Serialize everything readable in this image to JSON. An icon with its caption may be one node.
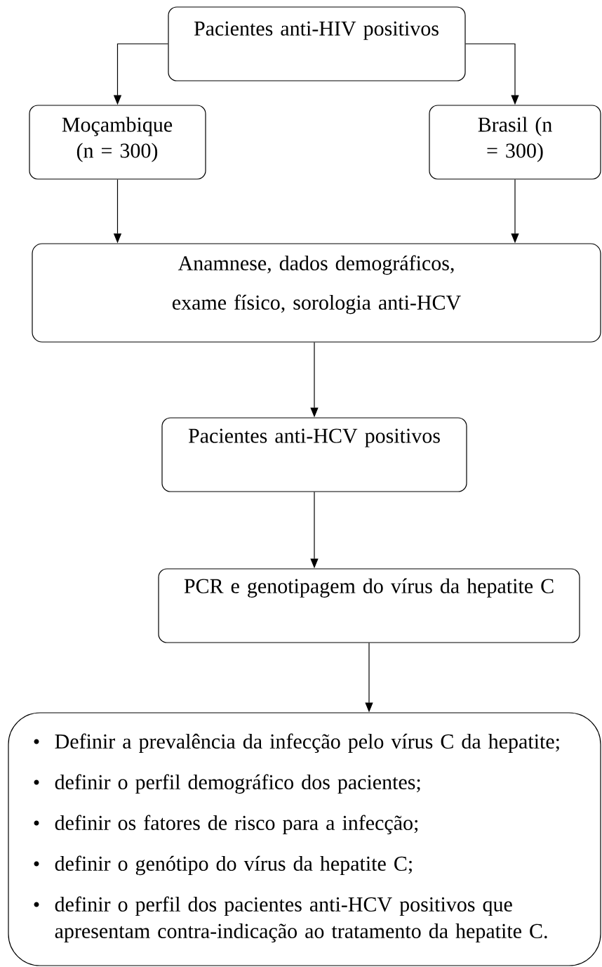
{
  "diagram": {
    "nodes": [
      {
        "text": [
          "Pacientes anti-HIV positivos"
        ]
      },
      {
        "text": [
          "Moçambique (n = 300)"
        ]
      },
      {
        "text": [
          "Brasil (n = 300)"
        ]
      },
      {
        "text": [
          "Anamnese, dados demográficos, exame físico, sorologia anti-HCV"
        ]
      },
      {
        "text": [
          "Pacientes anti-HCV positivos"
        ]
      },
      {
        "text": [
          "PCR e genotipagem do vírus da hepatite C"
        ]
      },
      {
        "text": [
          "Definir a prevalência da infecção pelo vírus C da hepatite;",
          "definir o perfil demográfico dos pacientes;",
          "definir os fatores de risco para a infecção;",
          "definir o genótipo do vírus da hepatite C;",
          "definir o perfil dos pacientes anti-HCV positivos que apresentam contra-indicação ao tratamento da hepatite C."
        ]
      }
    ],
    "edges": [
      {
        "from": 0,
        "to": 1,
        "arrow": "to"
      },
      {
        "from": 0,
        "to": 2,
        "arrow": "to"
      },
      {
        "from": 1,
        "to": 3,
        "arrow": "to"
      },
      {
        "from": 2,
        "to": 3,
        "arrow": "to"
      },
      {
        "from": 3,
        "to": 4,
        "arrow": "to"
      },
      {
        "from": 4,
        "to": 5,
        "arrow": "to"
      },
      {
        "from": 5,
        "to": 6,
        "arrow": "to"
      }
    ]
  }
}
